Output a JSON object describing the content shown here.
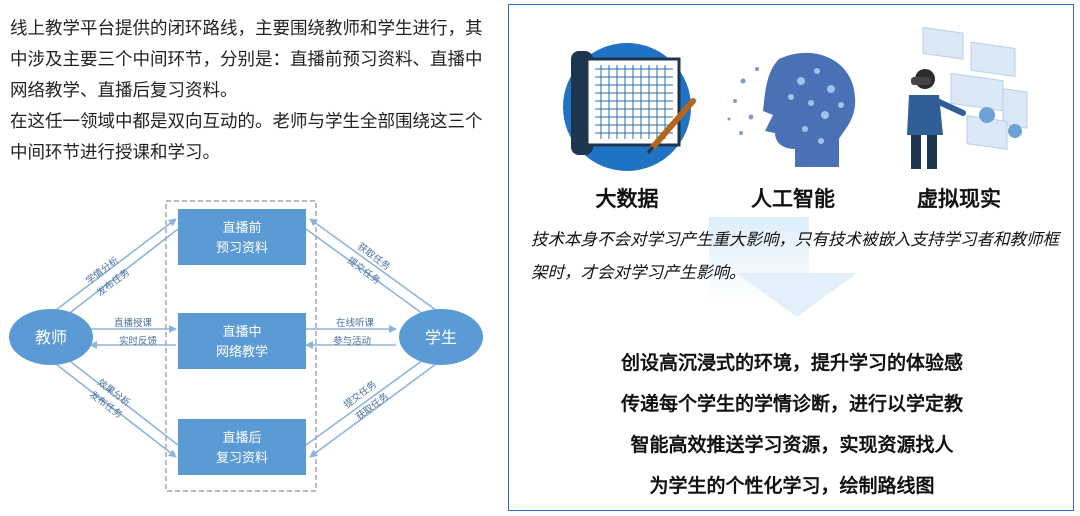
{
  "intro": {
    "para1": "线上教学平台提供的闭环路线，主要围绕教师和学生进行，其中涉及主要三个中间环节，分别是：直播前预习资料、直播中网络教学、直播后复习资料。",
    "para2": "在这任一领域中都是双向互动的。老师与学生全部围绕这三个中间环节进行授课和学习。"
  },
  "diagram": {
    "teacher": "教师",
    "student": "学生",
    "boxes": [
      {
        "line1": "直播前",
        "line2": "预习资料"
      },
      {
        "line1": "直播中",
        "line2": "网络教学"
      },
      {
        "line1": "直播后",
        "line2": "复习资料"
      }
    ],
    "left_labels": {
      "top": [
        "学情分析",
        "发布任务"
      ],
      "mid": [
        "直播授课",
        "实时反馈"
      ],
      "bottom": [
        "效果分析",
        "发布任务"
      ]
    },
    "right_labels": {
      "top": [
        "获取任务",
        "提交任务"
      ],
      "mid": [
        "在线听课",
        "参与活动"
      ],
      "bottom": [
        "提交任务",
        "获取任务"
      ]
    },
    "colors": {
      "node": "#5b9bd5",
      "arrow": "#8fb4dc",
      "dashed": "#8a8fa8"
    }
  },
  "right": {
    "techs": [
      "大数据",
      "人工智能",
      "虚拟现实"
    ],
    "quote": "技术本身不会对学习产生重大影响，只有技术被嵌入支持学习者和教师框架时，才会对学习产生影响。",
    "benefits": [
      "创设高沉浸式的环境，提升学习的体验感",
      "传递每个学生的学情诊断，进行以学定教",
      "智能高效推送学习资源，实现资源找人",
      "为学生的个性化学习，绘制路线图"
    ],
    "border_color": "#2e6fb5"
  }
}
